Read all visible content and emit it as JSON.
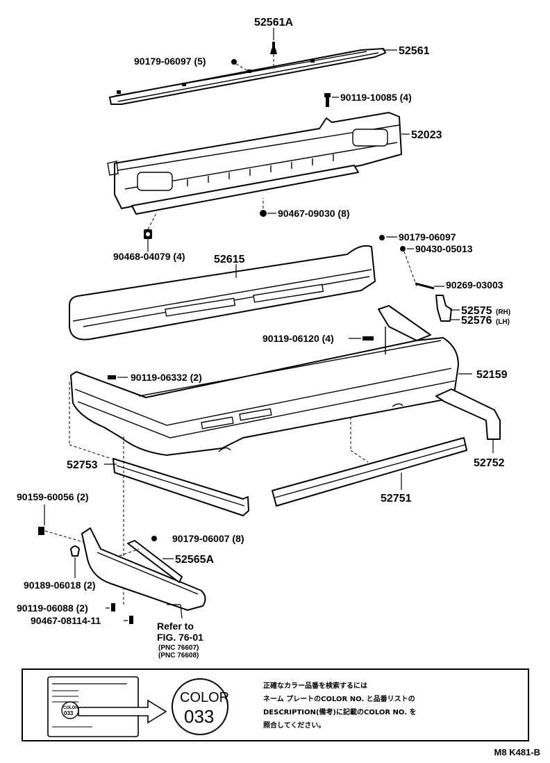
{
  "parts": {
    "p52561A": "52561A",
    "p90179_06097_5": "90179-06097 (5)",
    "p52561": "52561",
    "p90119_10085_4": "90119-10085 (4)",
    "p52023": "52023",
    "p90467_09030_8": "90467-09030 (8)",
    "p90468_04079_4": "90468-04079 (4)",
    "p52615": "52615",
    "p90179_06097": "90179-06097",
    "p90430_05013": "90430-05013",
    "p90269_03003": "90269-03003",
    "p52575": "52575",
    "p52575_side": "(RH)",
    "p52576": "52576",
    "p52576_side": "(LH)",
    "p90119_06120_4": "90119-06120 (4)",
    "p90119_06332_2": "90119-06332 (2)",
    "p52159": "52159",
    "p52753": "52753",
    "p52752": "52752",
    "p52751": "52751",
    "p90159_60056_2": "90159-60056 (2)",
    "p90179_06007_8": "90179-06007 (8)",
    "p52565A": "52565A",
    "p90189_06018_2": "90189-06018 (2)",
    "p90119_06088_2": "90119-06088 (2)",
    "p90467_08114_11": "90467-08114-11"
  },
  "refer": {
    "line1": "Refer to",
    "line2": "FIG. 76-01",
    "line3": "(PNC 76607)",
    "line4": "(PNC 76608)"
  },
  "color_note": {
    "color_label": "COLOR",
    "color_code": "033",
    "plate_color": "COLOR",
    "plate_code": "033",
    "text": "正確なカラー品番を検索するには\nネーム プレートのCOLOR NO. と品番リストの\nDESCRIPTION(備考)に記載のCOLOR NO. を\n照合してください。"
  },
  "drawing_code": "M8 K481-B"
}
